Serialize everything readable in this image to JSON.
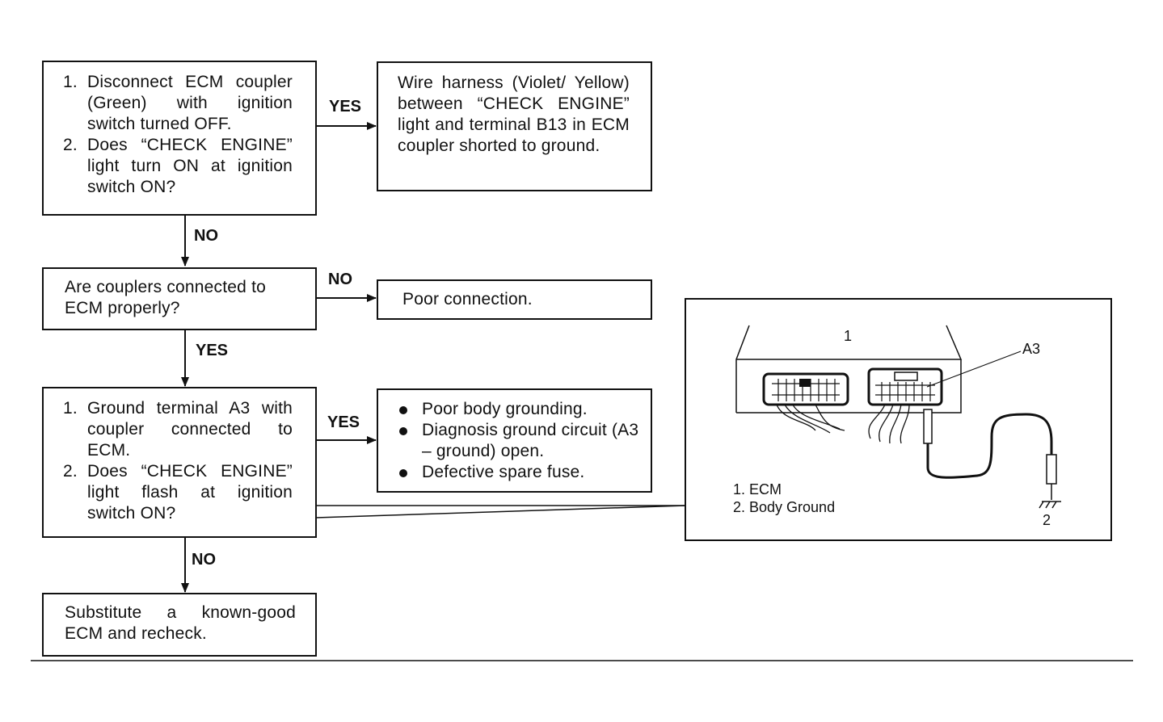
{
  "flowchart": {
    "step1": {
      "items": [
        {
          "num": "1.",
          "text": "Disconnect ECM coupler (Green) with ignition switch turned OFF."
        },
        {
          "num": "2.",
          "text": "Does “CHECK ENGINE” light turn ON at ignition switch ON?"
        }
      ]
    },
    "step1_yes": "Wire harness (Violet/ Yellow) between “CHECK ENGINE” light and terminal B13 in ECM coupler shorted to ground.",
    "step2": "Are couplers connected to ECM properly?",
    "step2_no": "Poor connection.",
    "step3": {
      "items": [
        {
          "num": "1.",
          "text": "Ground terminal A3 with coupler connected to ECM."
        },
        {
          "num": "2.",
          "text": "Does “CHECK ENGINE” light flash at ignition switch ON?"
        }
      ]
    },
    "step3_yes": [
      "Poor body grounding.",
      "Diagnosis ground circuit (A3 – ground) open.",
      "Defective spare fuse."
    ],
    "step4": "Substitute a known-good ECM and recheck.",
    "labels": {
      "yes1": "YES",
      "no1": "NO",
      "no2": "NO",
      "yes2": "YES",
      "yes3": "YES",
      "no3": "NO"
    }
  },
  "illustration": {
    "callout_1": "1",
    "callout_a3": "A3",
    "callout_2": "2",
    "legend": [
      "1. ECM",
      "2. Body Ground"
    ]
  }
}
